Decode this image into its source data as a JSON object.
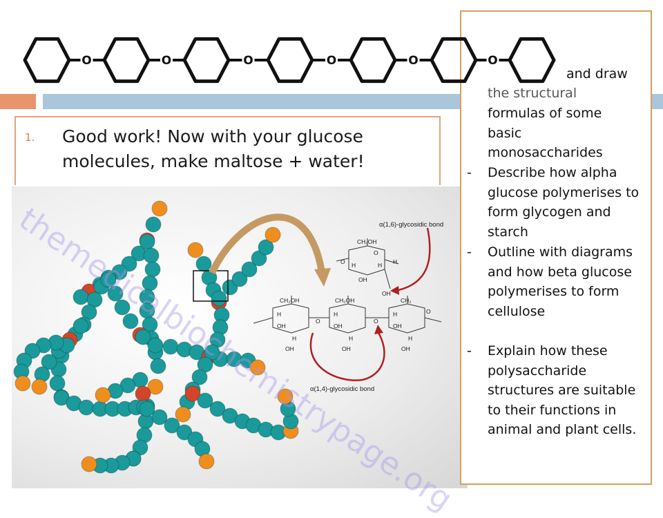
{
  "slide": {
    "chain_linker_label": "O",
    "task_number": "1.",
    "task_text": "Good work! Now with your glucose molecules, make maltose + water!"
  },
  "figure": {
    "watermark": "themedicalbiochemistrypage.org",
    "bond_label_branch": "α(1,6)-glycosidic bond",
    "bond_label_linear": "α(1,4)-glycosidic bond",
    "atom_labels": {
      "ch2oh": "CH₂OH",
      "ch2": "CH₂",
      "h": "H",
      "oh": "OH",
      "o": "O"
    }
  },
  "objectives": {
    "items": [
      {
        "dash": "",
        "text": "and draw"
      },
      {
        "dash": "",
        "text": "the structural"
      },
      {
        "dash": "",
        "text": "formulas of some"
      },
      {
        "dash": "",
        "text": "basic"
      },
      {
        "dash": "",
        "text": "monosaccharides"
      },
      {
        "dash": "-",
        "text": "Describe how alpha glucose polymerises to form glycogen and starch"
      },
      {
        "dash": "-",
        "text": "Outline with diagrams and  how beta glucose polymerises to form cellulose"
      },
      {
        "dash": "-",
        "text": "Explain how these polysaccharide structures are suitable to their functions in animal and plant cells."
      }
    ]
  },
  "colors": {
    "bead_teal": "#1a9a9a",
    "bead_red": "#d2452a",
    "bead_orange": "#ef8e1e",
    "arrow_tan": "#c49a62",
    "bond_arrow_red": "#b01e1e",
    "band_orange": "#e8956c",
    "band_blue": "#a9c6db"
  }
}
